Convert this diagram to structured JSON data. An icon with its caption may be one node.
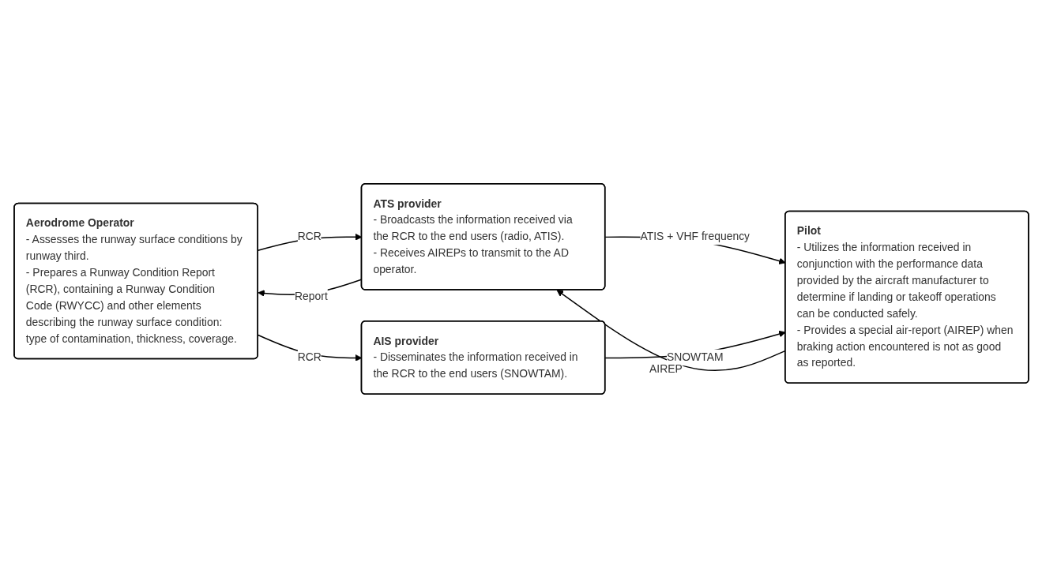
{
  "diagram": {
    "nodes": [
      {
        "text": [
          "Aerodrome Operator",
          "- Assesses the runway surface conditions by runway third.",
          "- Prepares a Runway Condition Report (RCR), containing a Runway Condition Code (RWYCC) and other elements describing the runway surface condition: type of contamination, thickness, coverage."
        ]
      },
      {
        "text": [
          "ATS provider",
          "- Broadcasts the information received via the RCR to the end users (radio, ATIS).",
          "- Receives AIREPs to transmit to the AD operator."
        ]
      },
      {
        "text": [
          "Pilot",
          "- Utilizes the information received in conjunction with the performance data provided by the aircraft manufacturer to determine if landing or takeoff operations can be conducted safely.",
          "- Provides a special air-report (AIREP) when braking action encountered is not as good as reported."
        ]
      },
      {
        "text": [
          "AIS provider",
          "- Disseminates the information received in the RCR to the end users (SNOWTAM)."
        ]
      }
    ],
    "edges": [
      {
        "from": 0,
        "to": 1,
        "arrow": "to",
        "label": "RCR"
      },
      {
        "from": 0,
        "to": 3,
        "arrow": "to",
        "label": "RCR"
      },
      {
        "from": 1,
        "to": 2,
        "arrow": "to",
        "label": "ATIS + VHF frequency"
      },
      {
        "from": 3,
        "to": 2,
        "arrow": "to",
        "label": "SNOWTAM"
      },
      {
        "from": 1,
        "to": 0,
        "arrow": "to",
        "label": "Report"
      },
      {
        "from": 2,
        "to": 1,
        "arrow": "to",
        "label": "AIREP"
      }
    ]
  }
}
